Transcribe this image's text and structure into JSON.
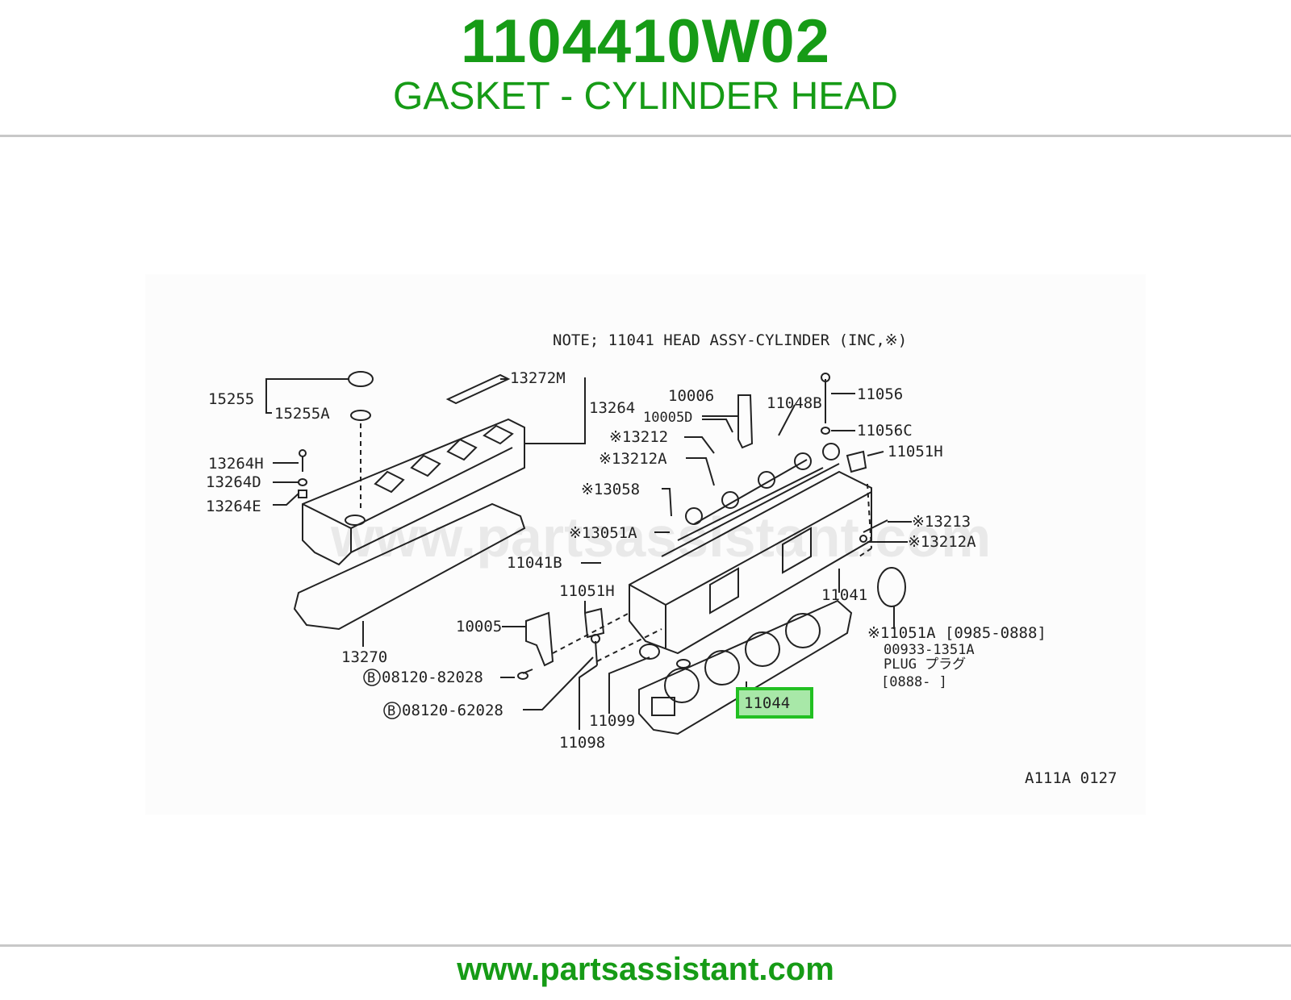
{
  "header": {
    "part_number": "1104410W02",
    "part_name": "GASKET - CYLINDER HEAD"
  },
  "diagram": {
    "note": "NOTE; 11041 HEAD ASSY-CYLINDER (INC,※)",
    "watermark": "www.partsassistant.com",
    "figure_code": "A111A 0127",
    "highlight_color": "#22c022",
    "highlighted_part": "11044",
    "callouts": {
      "c15255": "15255",
      "c15255a": "15255A",
      "c13272m": "13272M",
      "c13264": "13264",
      "c13264h": "13264H",
      "c13264d": "13264D",
      "c13264e": "13264E",
      "c13270": "13270",
      "c10006": "10006",
      "c10005d": "10005D",
      "c13212": "※13212",
      "c13212a": "※13212A",
      "c13058": "※13058",
      "c13051a": "※13051A",
      "c11041b": "11041B",
      "c11048b": "11048B",
      "c11056": "11056",
      "c11056c": "11056C",
      "c11051h_top": "11051H",
      "c13213": "※13213",
      "c13212a_right": "※13212A",
      "c11041": "11041",
      "c11051h_left": "11051H",
      "c10005": "10005",
      "c08120_82028": "08120-82028",
      "c08120_62028": "08120-62028",
      "bolt_symbol": "B",
      "c11099": "11099",
      "c11098": "11098",
      "c11044": "11044",
      "c11051a": "※11051A [0985-0888]",
      "c00933": "00933-1351A",
      "c_plug": "PLUG プラグ",
      "c_range": "[0888-   ]"
    }
  },
  "footer": {
    "link_text": "www.partsassistant.com"
  }
}
